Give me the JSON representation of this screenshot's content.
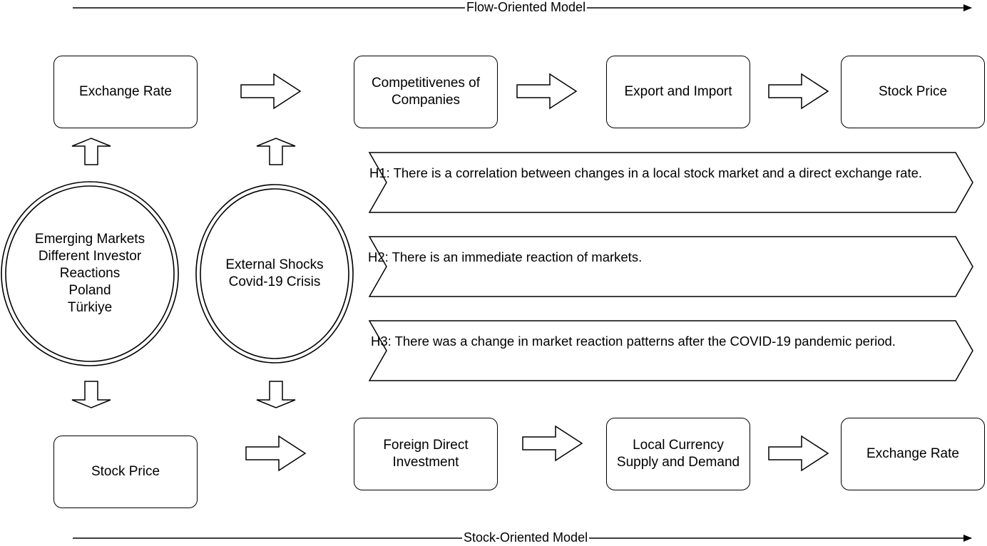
{
  "flow_model": {
    "label": "Flow-Oriented Model",
    "exchange_rate": "Exchange Rate",
    "competitiveness": [
      "Competitivenes of",
      "Companies"
    ],
    "export_import": "Export and Import",
    "stock_price": "Stock Price"
  },
  "stock_model": {
    "label": "Stock-Oriented Model",
    "stock_price": "Stock Price",
    "fdi": [
      "Foreign Direct",
      "Investment"
    ],
    "local_currency": [
      "Local Currency",
      "Supply and Demand"
    ],
    "exchange_rate": "Exchange Rate"
  },
  "emerging_markets": [
    "Emerging Markets",
    "Different Investor",
    "Reactions",
    "Poland",
    "Türkiye"
  ],
  "external_shocks": [
    "External Shocks",
    "Covid-19 Crisis"
  ],
  "hypotheses": {
    "h1": "H1: There is a correlation between changes in a local stock market and a direct exchange rate.",
    "h2": "H2: There is an immediate reaction of markets.",
    "h3": "H3: There was a change in market reaction patterns after the COVID-19 pandemic period."
  }
}
